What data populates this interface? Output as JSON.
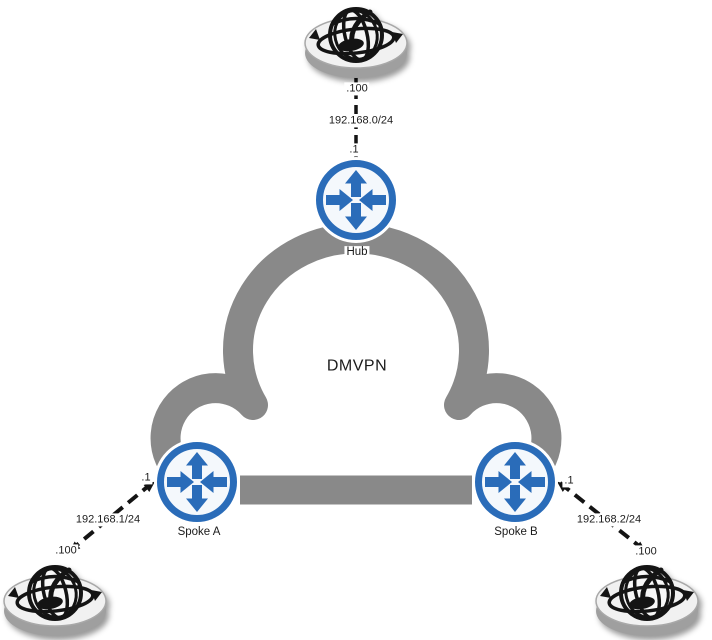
{
  "diagram": {
    "type": "network-topology",
    "cloud": {
      "label": "DMVPN"
    },
    "nodes": {
      "hub": {
        "label": "Hub",
        "type": "router"
      },
      "spoke_a": {
        "label": "Spoke A",
        "type": "router"
      },
      "spoke_b": {
        "label": "Spoke B",
        "type": "router"
      },
      "internet_top": {
        "type": "internet-globe"
      },
      "internet_a": {
        "type": "internet-globe"
      },
      "internet_b": {
        "type": "internet-globe"
      }
    },
    "links": {
      "hub_lan": {
        "network": "192.168.0/24",
        "router_ip": ".1",
        "internet_ip": ".100"
      },
      "spoke_a_lan": {
        "network": "192.168.1/24",
        "router_ip": ".1",
        "internet_ip": ".100"
      },
      "spoke_b_lan": {
        "network": "192.168.2/24",
        "router_ip": ".1",
        "internet_ip": ".100"
      }
    },
    "colors": {
      "router_blue": "#2a6cb9",
      "router_fill": "#f4f8fc",
      "cloud_gray": "#898989",
      "line_black": "#141414"
    }
  }
}
